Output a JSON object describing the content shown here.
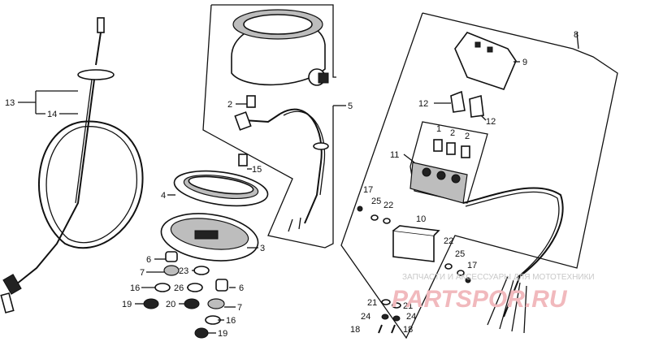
{
  "callouts": [
    {
      "id": "c13a",
      "text": "13"
    },
    {
      "id": "c14",
      "text": "14"
    },
    {
      "id": "c2",
      "text": "2"
    },
    {
      "id": "c5",
      "text": "5"
    },
    {
      "id": "c15",
      "text": "15"
    },
    {
      "id": "c4",
      "text": "4"
    },
    {
      "id": "c3",
      "text": "3"
    },
    {
      "id": "c6a",
      "text": "6"
    },
    {
      "id": "c7a",
      "text": "7"
    },
    {
      "id": "c23",
      "text": "23"
    },
    {
      "id": "c16a",
      "text": "16"
    },
    {
      "id": "c26",
      "text": "26"
    },
    {
      "id": "c6b",
      "text": "6"
    },
    {
      "id": "c19a",
      "text": "19"
    },
    {
      "id": "c20",
      "text": "20"
    },
    {
      "id": "c7b",
      "text": "7"
    },
    {
      "id": "c16b",
      "text": "16"
    },
    {
      "id": "c19b",
      "text": "19"
    },
    {
      "id": "c8",
      "text": "8"
    },
    {
      "id": "c9",
      "text": "9"
    },
    {
      "id": "c12a",
      "text": "12"
    },
    {
      "id": "c12b",
      "text": "12"
    },
    {
      "id": "c1",
      "text": "1"
    },
    {
      "id": "c2b",
      "text": "2"
    },
    {
      "id": "c2c",
      "text": "2"
    },
    {
      "id": "c11",
      "text": "11"
    },
    {
      "id": "c17a",
      "text": "17"
    },
    {
      "id": "c25a",
      "text": "25"
    },
    {
      "id": "c22a",
      "text": "22"
    },
    {
      "id": "c10",
      "text": "10"
    },
    {
      "id": "c22b",
      "text": "22"
    },
    {
      "id": "c25b",
      "text": "25"
    },
    {
      "id": "c17b",
      "text": "17"
    },
    {
      "id": "c21a",
      "text": "21"
    },
    {
      "id": "c21b",
      "text": "21"
    },
    {
      "id": "c24a",
      "text": "24"
    },
    {
      "id": "c24b",
      "text": "24"
    },
    {
      "id": "c18a",
      "text": "18"
    },
    {
      "id": "c18b",
      "text": "18"
    }
  ],
  "watermark": {
    "tagline": "ЗАПЧАСТИ И АКСЕССУАРЫ ДЛЯ МОТОТЕХНИКИ",
    "brand": "PARTSPOR.RU"
  }
}
